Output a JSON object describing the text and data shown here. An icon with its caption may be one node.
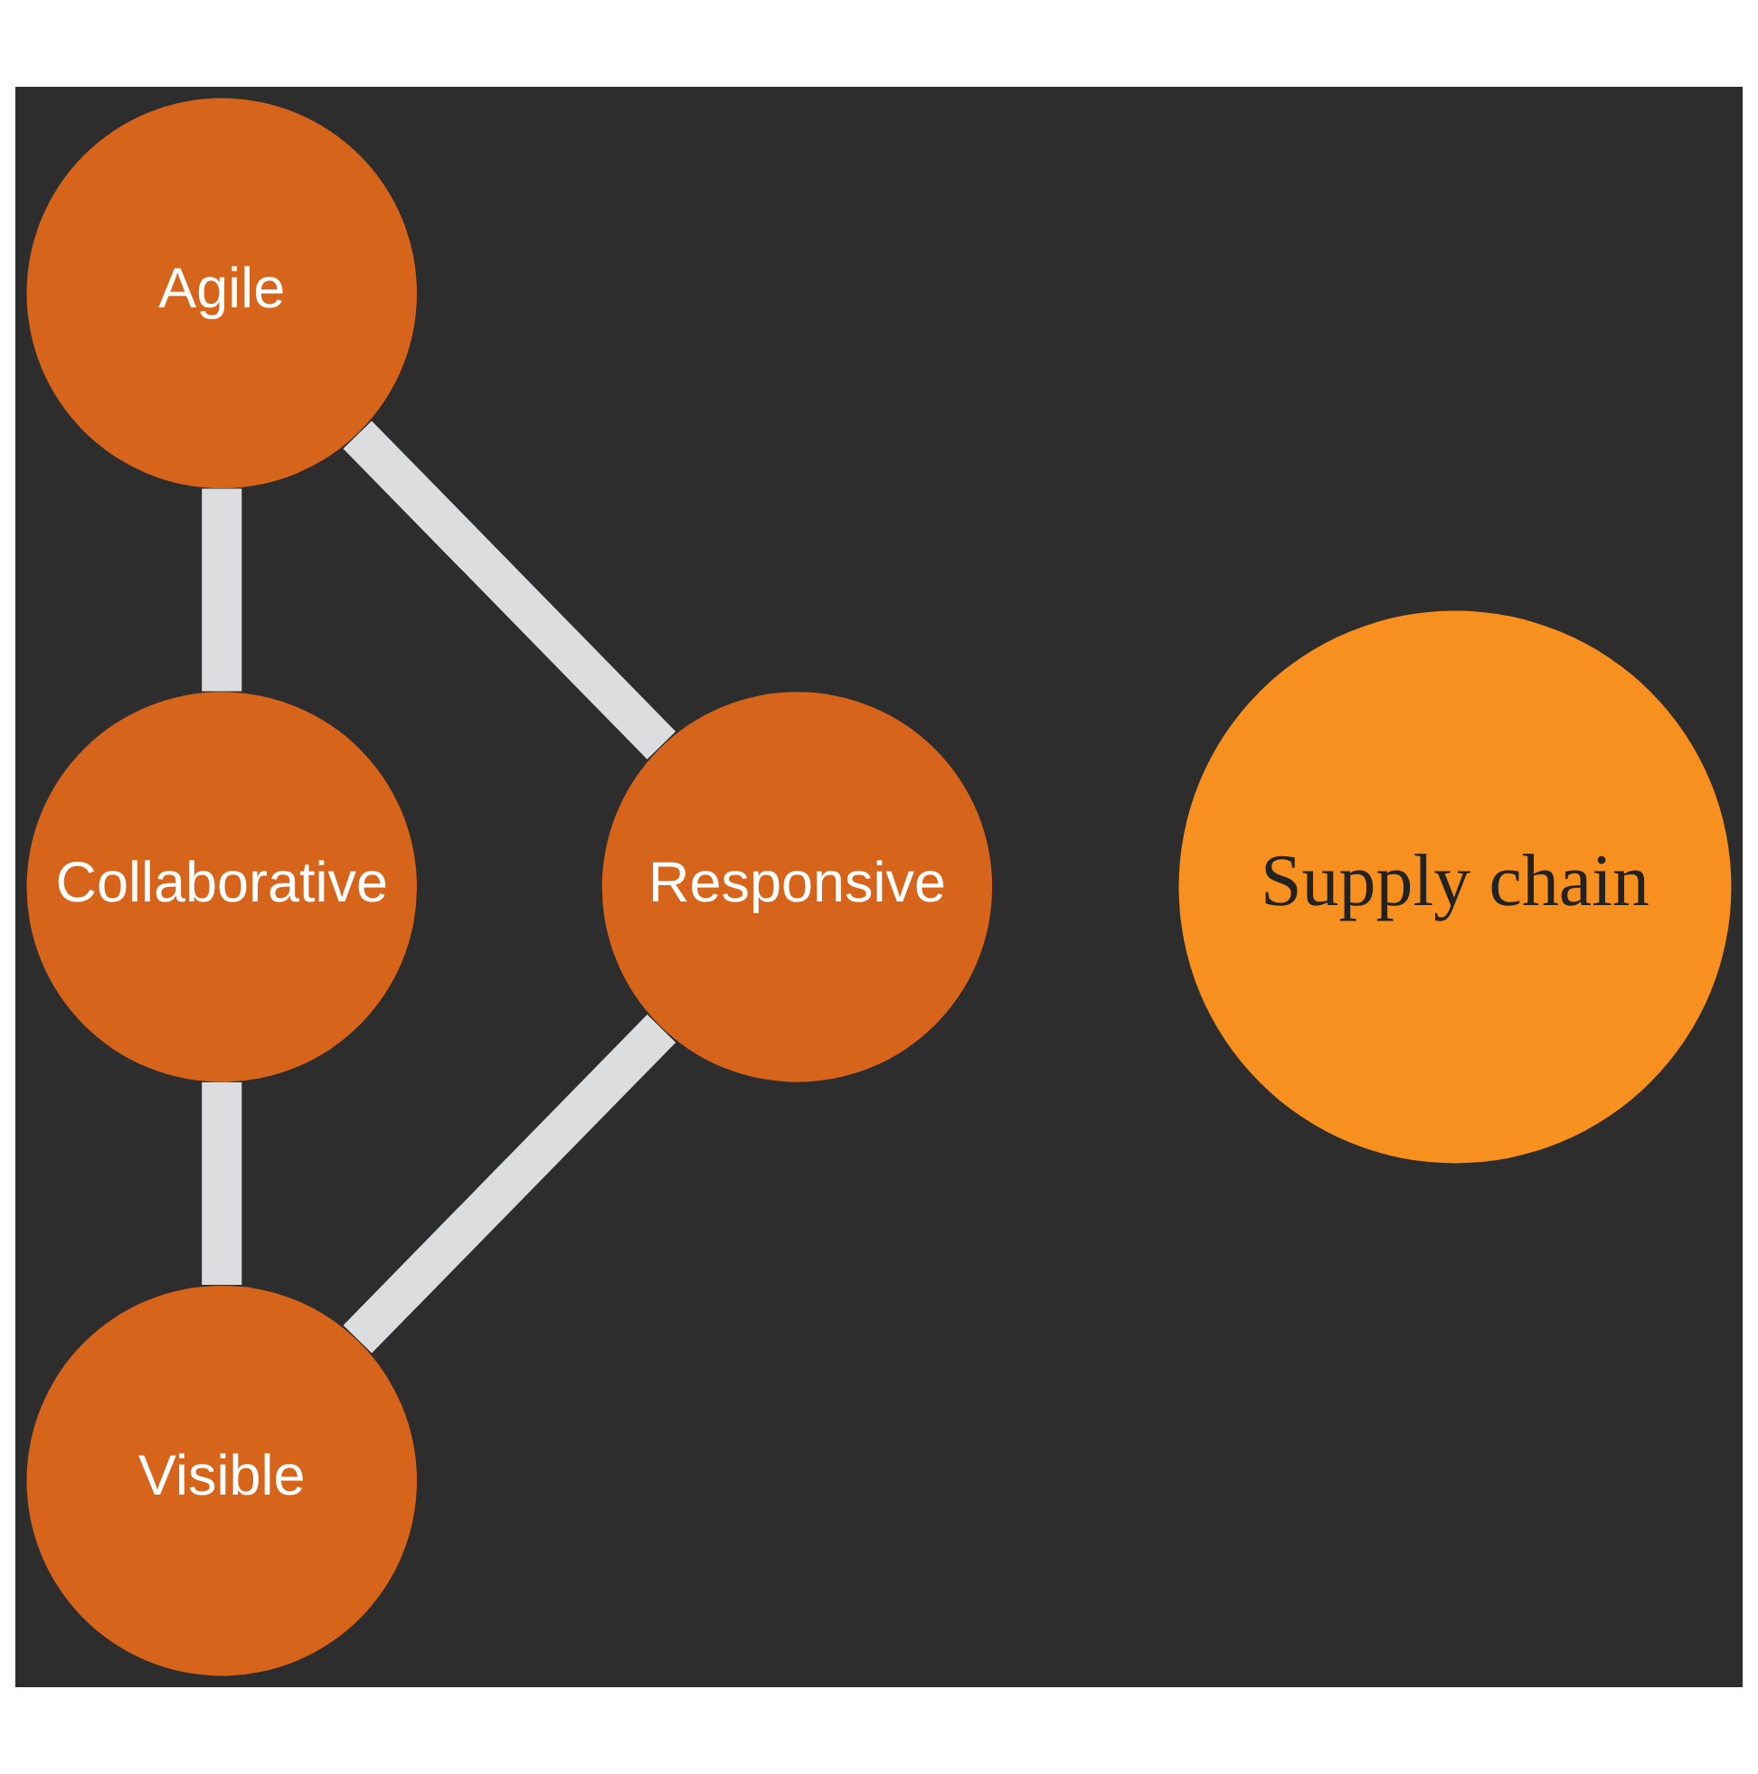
{
  "diagram": {
    "nodes": [
      {
        "text": [
          "Agile"
        ]
      },
      {
        "text": [
          "Responsive"
        ]
      },
      {
        "text": [
          "Supply chain"
        ]
      },
      {
        "text": [
          "Collaborative"
        ]
      },
      {
        "text": [
          "Visible"
        ]
      }
    ],
    "edges": [
      {
        "from": 0,
        "to": 3,
        "arrow": "none"
      },
      {
        "from": 3,
        "to": 4,
        "arrow": "none"
      },
      {
        "from": 4,
        "to": 1,
        "arrow": "none"
      },
      {
        "from": 1,
        "to": 0,
        "arrow": "none"
      }
    ]
  }
}
